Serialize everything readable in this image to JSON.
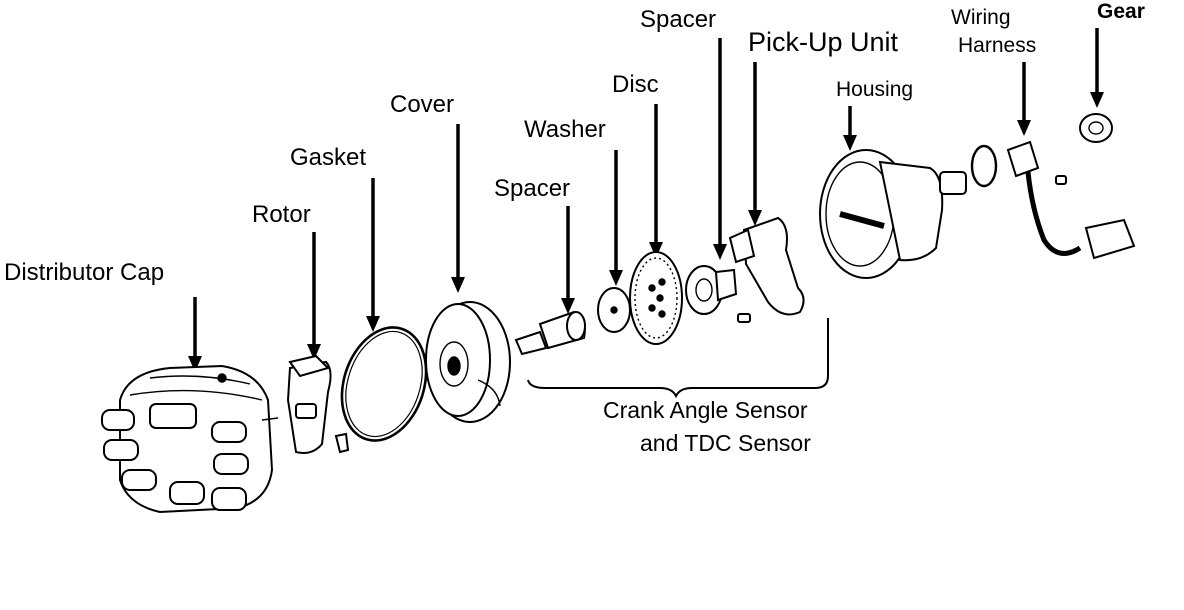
{
  "labels": {
    "distributor_cap": "Distributor Cap",
    "rotor": "Rotor",
    "gasket": "Gasket",
    "cover": "Cover",
    "spacer_1": "Spacer",
    "washer": "Washer",
    "disc": "Disc",
    "spacer_2": "Spacer",
    "pick_up_unit": "Pick-Up Unit",
    "housing": "Housing",
    "wiring_harness_line1": "Wiring",
    "wiring_harness_line2": "Harness",
    "gear": "Gear"
  },
  "group": {
    "line1": "Crank Angle Sensor",
    "line2": "and TDC Sensor"
  },
  "colors": {
    "ink": "#000000",
    "background": "#ffffff"
  }
}
